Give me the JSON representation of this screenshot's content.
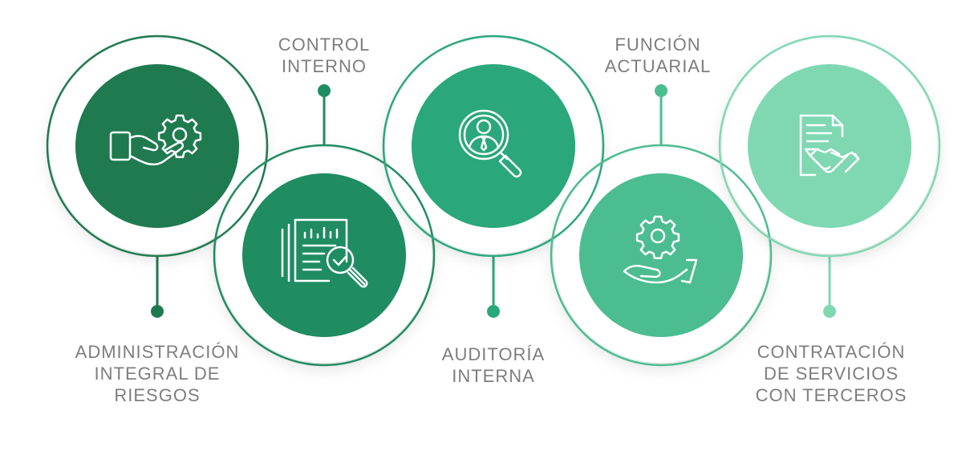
{
  "colors": {
    "step1": "#1f7a4f",
    "step2": "#1f8c61",
    "step3": "#2aa87b",
    "step4": "#4cbd90",
    "step5": "#7fd8b2",
    "label": "#7d7d7d"
  },
  "steps": [
    {
      "label_lines": [
        "ADMINISTRACIÓN",
        "INTEGRAL DE",
        "RIESGOS"
      ],
      "icon": "hand-gear-icon"
    },
    {
      "label_lines": [
        "CONTROL",
        "INTERNO"
      ],
      "icon": "report-magnifier-icon"
    },
    {
      "label_lines": [
        "AUDITORÍA",
        "INTERNA"
      ],
      "icon": "search-person-icon"
    },
    {
      "label_lines": [
        "FUNCIÓN",
        "ACTUARIAL"
      ],
      "icon": "gear-hand-icon"
    },
    {
      "label_lines": [
        "CONTRATACIÓN",
        "DE SERVICIOS",
        "CON TERCEROS"
      ],
      "icon": "contract-handshake-icon"
    }
  ]
}
